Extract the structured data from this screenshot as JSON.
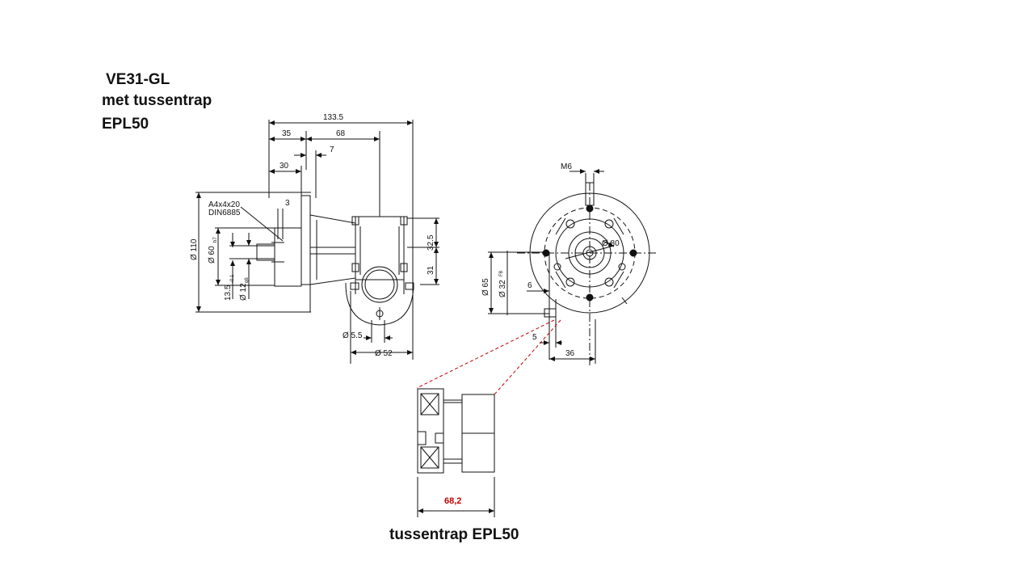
{
  "header": {
    "line1": "VE31-GL",
    "line2": "met tussentrap",
    "line3": "EPL50"
  },
  "side_view": {
    "dim_total": "133.5",
    "dim_35": "35",
    "dim_68": "68",
    "dim_7": "7",
    "dim_30": "30",
    "dim_3": "3",
    "key_spec": "A4x4x20",
    "key_standard": "DIN6885",
    "dia_110": "Ø 110",
    "dia_60": "Ø 60",
    "dia_60_tol": "h7",
    "dim_13_5": "13.5",
    "dim_13_5_tol": "-0.1",
    "dia_12": "Ø 12",
    "dia_12_tol": "g6",
    "dim_32_5": "32.5",
    "dim_31": "31",
    "dia_5_5": "Ø 5.5",
    "dia_52": "Ø 52"
  },
  "front_view": {
    "thread": "M6",
    "dia_80": "Ø 80",
    "dia_65": "Ø 65",
    "dia_32": "Ø 32",
    "dia_32_tol": "F8",
    "dim_6": "6",
    "dim_5": "5",
    "dim_36": "36"
  },
  "detail": {
    "dim_68_2": "68,2",
    "caption": "tussentrap EPL50",
    "dim_color": "#c00000",
    "leader_color": "#c00000"
  }
}
